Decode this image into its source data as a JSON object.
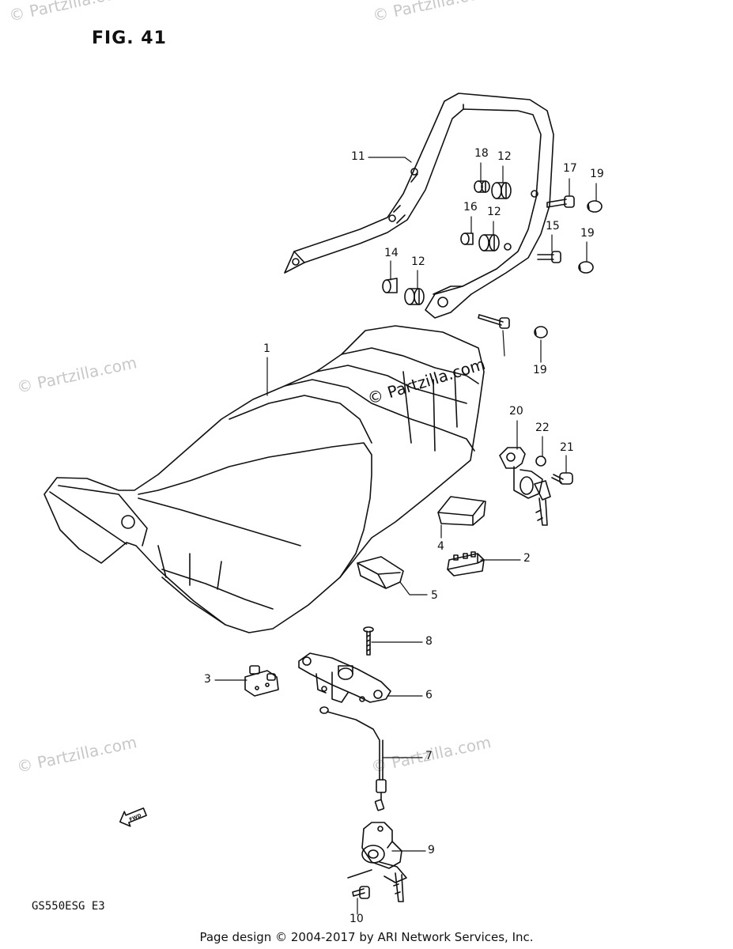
{
  "figure": {
    "title": "FIG. 41"
  },
  "model_code": "GS550ESG  E3",
  "footer": "Page design © 2004-2017 by ARI Network Services, Inc.",
  "watermark": "© Partzilla.com",
  "fwd_label": "FWD",
  "callouts": [
    "11",
    "18",
    "12",
    "17",
    "19",
    "16",
    "12",
    "15",
    "19",
    "14",
    "12",
    "1",
    "19",
    "20",
    "22",
    "21",
    "4",
    "2",
    "5",
    "8",
    "3",
    "6",
    "7",
    "9",
    "10"
  ]
}
